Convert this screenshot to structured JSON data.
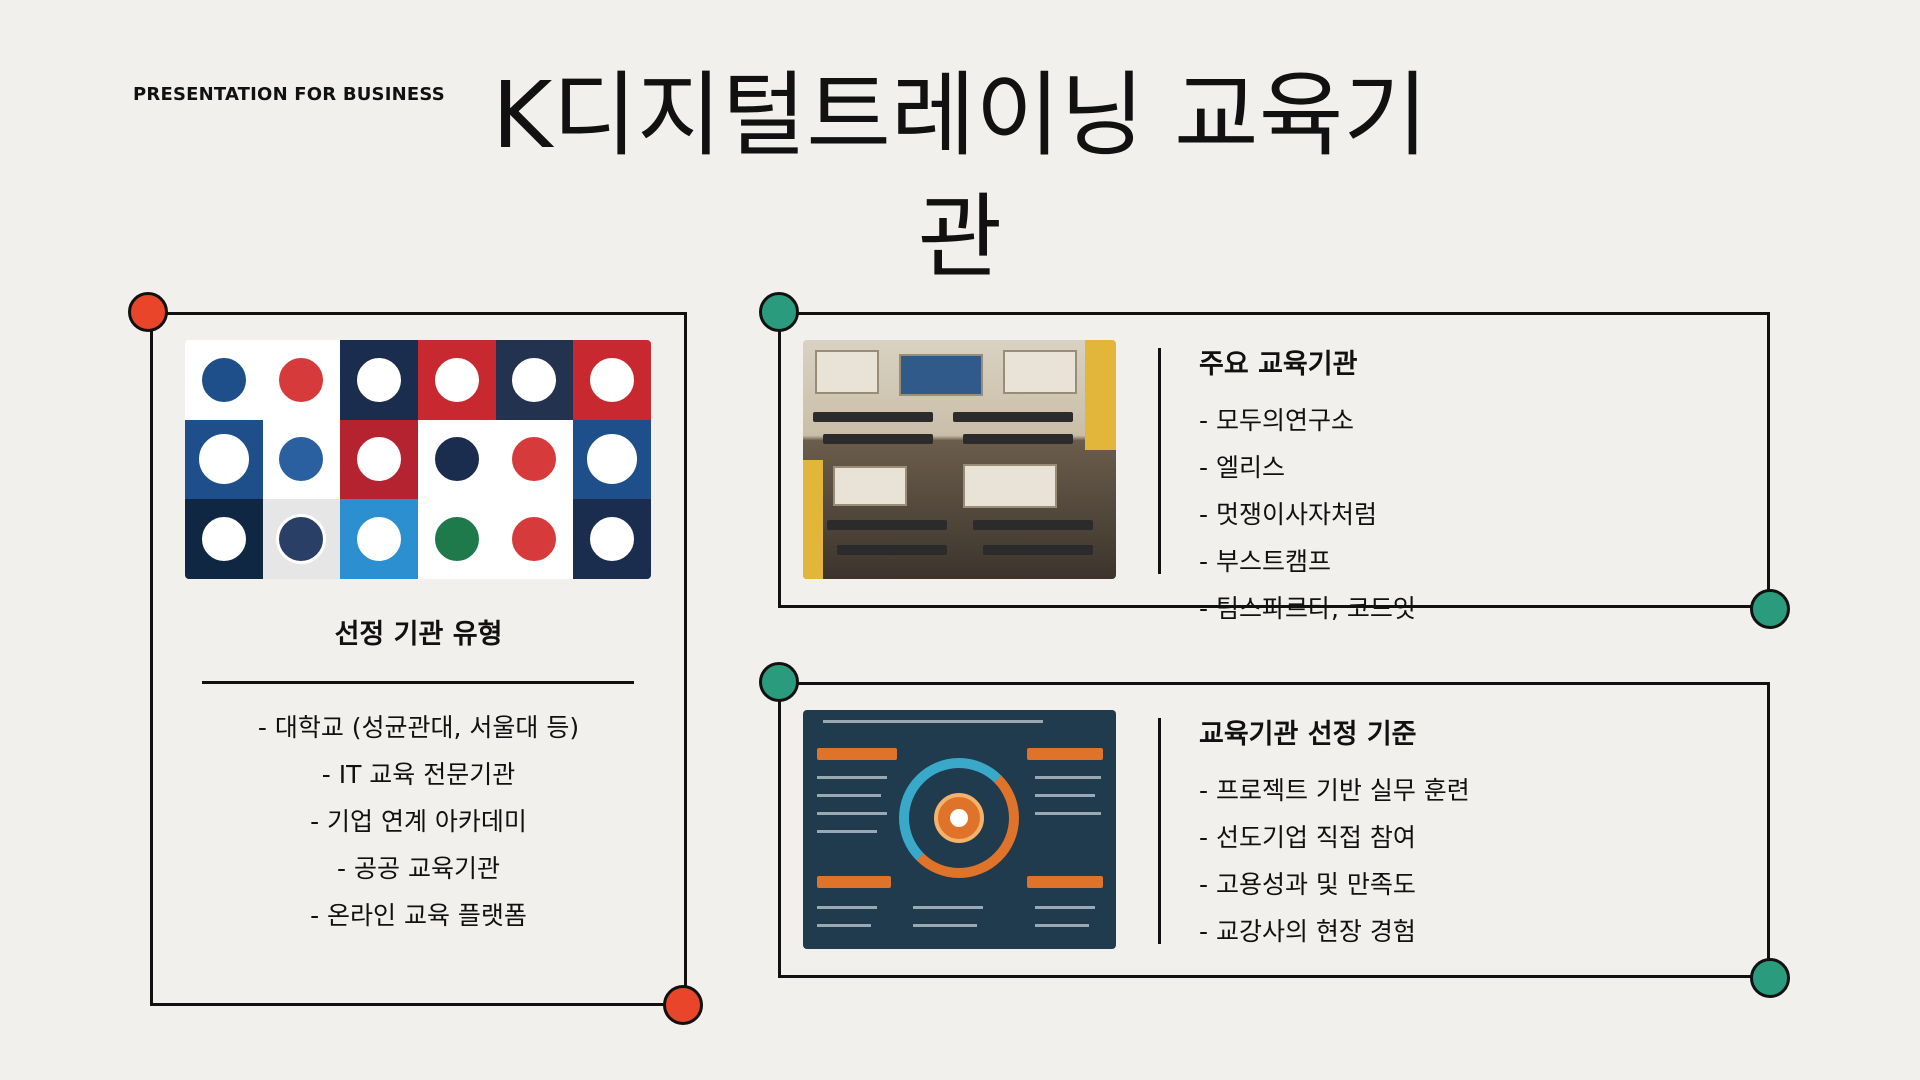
{
  "header": {
    "eyebrow": "PRESENTATION FOR BUSINESS",
    "title": "K디지털트레이닝 교육기관"
  },
  "left_card": {
    "image_icon": "institution-logos-image",
    "heading": "선정 기관 유형",
    "items": [
      "- 대학교 (성균관대, 서울대 등)",
      "- IT 교육 전문기관",
      "- 기업 연계 아카데미",
      "- 공공 교육기관",
      "- 온라인 교육 플랫폼"
    ],
    "accent_color": "#e8452a"
  },
  "top_right_card": {
    "image_icon": "classroom-image",
    "heading": "주요 교육기관",
    "items": [
      "- 모두의연구소",
      "- 엘리스",
      "- 멋쟁이사자처럼",
      "- 부스트캠프",
      "- 팀스파르타, 코드잇"
    ],
    "accent_color": "#2a9c7d"
  },
  "bottom_right_card": {
    "image_icon": "infographic-image",
    "heading": "교육기관 선정 기준",
    "items": [
      "- 프로젝트 기반 실무 훈련",
      "- 선도기업 직접 참여",
      "- 고용성과 및 만족도",
      "- 교강사의 현장 경험"
    ],
    "accent_color": "#2a9c7d"
  }
}
